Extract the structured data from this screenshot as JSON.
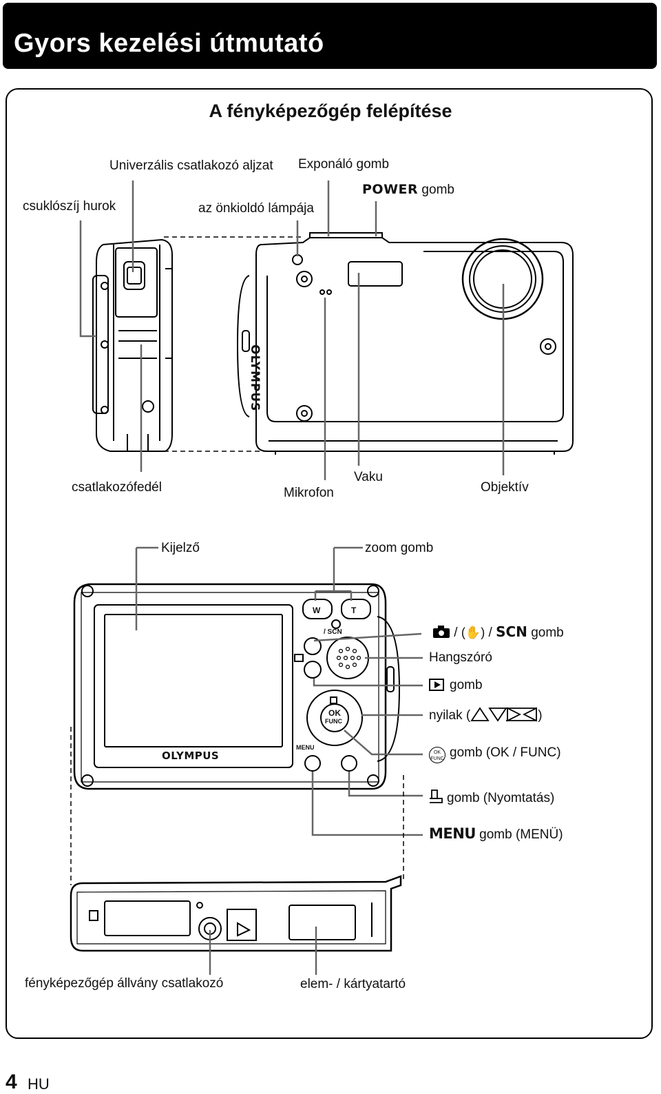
{
  "header": {
    "title": "Gyors kezelési útmutató"
  },
  "section": {
    "title": "A fényképezőgép felépítése"
  },
  "front_labels": {
    "universal_connector": "Univerzális csatlakozó aljzat",
    "shutter": "Exponáló gomb",
    "power_word": "POWER",
    "power_suffix": " gomb",
    "strap": "csuklószíj hurok",
    "self_timer": "az önkioldó lámpája",
    "connector_cover": "csatlakozófedél",
    "microphone": "Mikrofon",
    "flash": "Vaku",
    "lens": "Objektív",
    "brand": "OLYMPUS"
  },
  "back_labels": {
    "monitor": "Kijelző",
    "zoom": "zoom gomb",
    "zoom_w": "W",
    "zoom_t": "T",
    "mode_sep1": " / ",
    "mode_sep2": " / ",
    "scn": "SCN",
    "mode_suffix": " gomb",
    "speaker": "Hangszóró",
    "play_suffix": "gomb",
    "arrows_prefix": "nyilak (",
    "arrows_suffix": ")",
    "ok_suffix": "gomb (OK / FUNC)",
    "print_suffix": "gomb (Nyomtatás)",
    "menu_word": "MENU",
    "menu_suffix": " gomb (MENÜ)",
    "cam_menu": "MENU",
    "cam_ok": "OK",
    "cam_func": "FUNC",
    "cam_scn": "/ SCN",
    "brand": "OLYMPUS"
  },
  "bottom_labels": {
    "tripod": "fényképezőgép állvány csatlakozó",
    "battery": "elem- / kártyatartó"
  },
  "footer": {
    "page": "4",
    "lang": "HU"
  }
}
